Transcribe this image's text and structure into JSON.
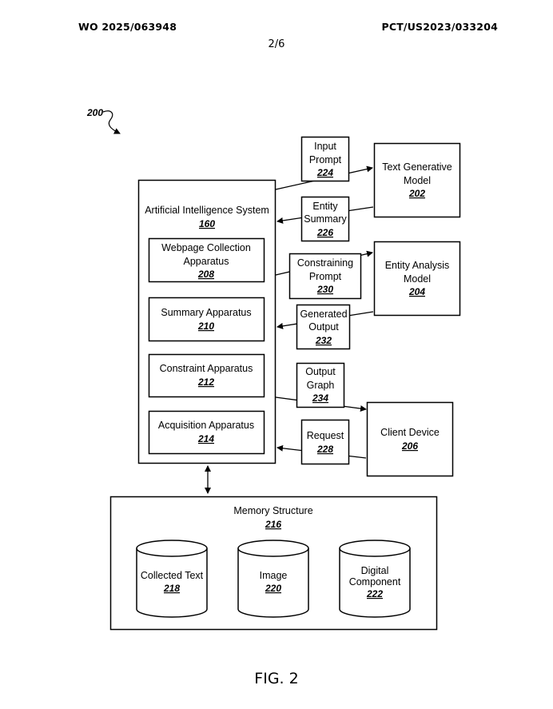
{
  "header": {
    "publication_number": "WO 2025/063948",
    "application_number": "PCT/US2023/033204",
    "sheet": "2/6"
  },
  "figure": {
    "ref": "200",
    "caption": "FIG. 2"
  },
  "nodes": {
    "ai_system": {
      "label": "Artificial Intelligence System",
      "num": "160"
    },
    "webpage_collection": {
      "label1": "Webpage Collection",
      "label2": "Apparatus",
      "num": "208"
    },
    "summary_apparatus": {
      "label": "Summary Apparatus",
      "num": "210"
    },
    "constraint_apparatus": {
      "label": "Constraint Apparatus",
      "num": "212"
    },
    "acquisition_apparatus": {
      "label": "Acquisition Apparatus",
      "num": "214"
    },
    "text_generative_model": {
      "label1": "Text Generative",
      "label2": "Model",
      "num": "202"
    },
    "entity_analysis_model": {
      "label1": "Entity Analysis",
      "label2": "Model",
      "num": "204"
    },
    "client_device": {
      "label": "Client Device",
      "num": "206"
    },
    "memory_structure": {
      "label": "Memory Structure",
      "num": "216"
    },
    "collected_text": {
      "label": "Collected Text",
      "num": "218"
    },
    "image": {
      "label": "Image",
      "num": "220"
    },
    "digital_component": {
      "label1": "Digital",
      "label2": "Component",
      "num": "222"
    }
  },
  "messages": {
    "input_prompt": {
      "label1": "Input",
      "label2": "Prompt",
      "num": "224"
    },
    "entity_summary": {
      "label1": "Entity",
      "label2": "Summary",
      "num": "226"
    },
    "constraining_prompt": {
      "label1": "Constraining",
      "label2": "Prompt",
      "num": "230"
    },
    "generated_output": {
      "label1": "Generated",
      "label2": "Output",
      "num": "232"
    },
    "output_graph": {
      "label1": "Output",
      "label2": "Graph",
      "num": "234"
    },
    "request": {
      "label": "Request",
      "num": "228"
    }
  }
}
